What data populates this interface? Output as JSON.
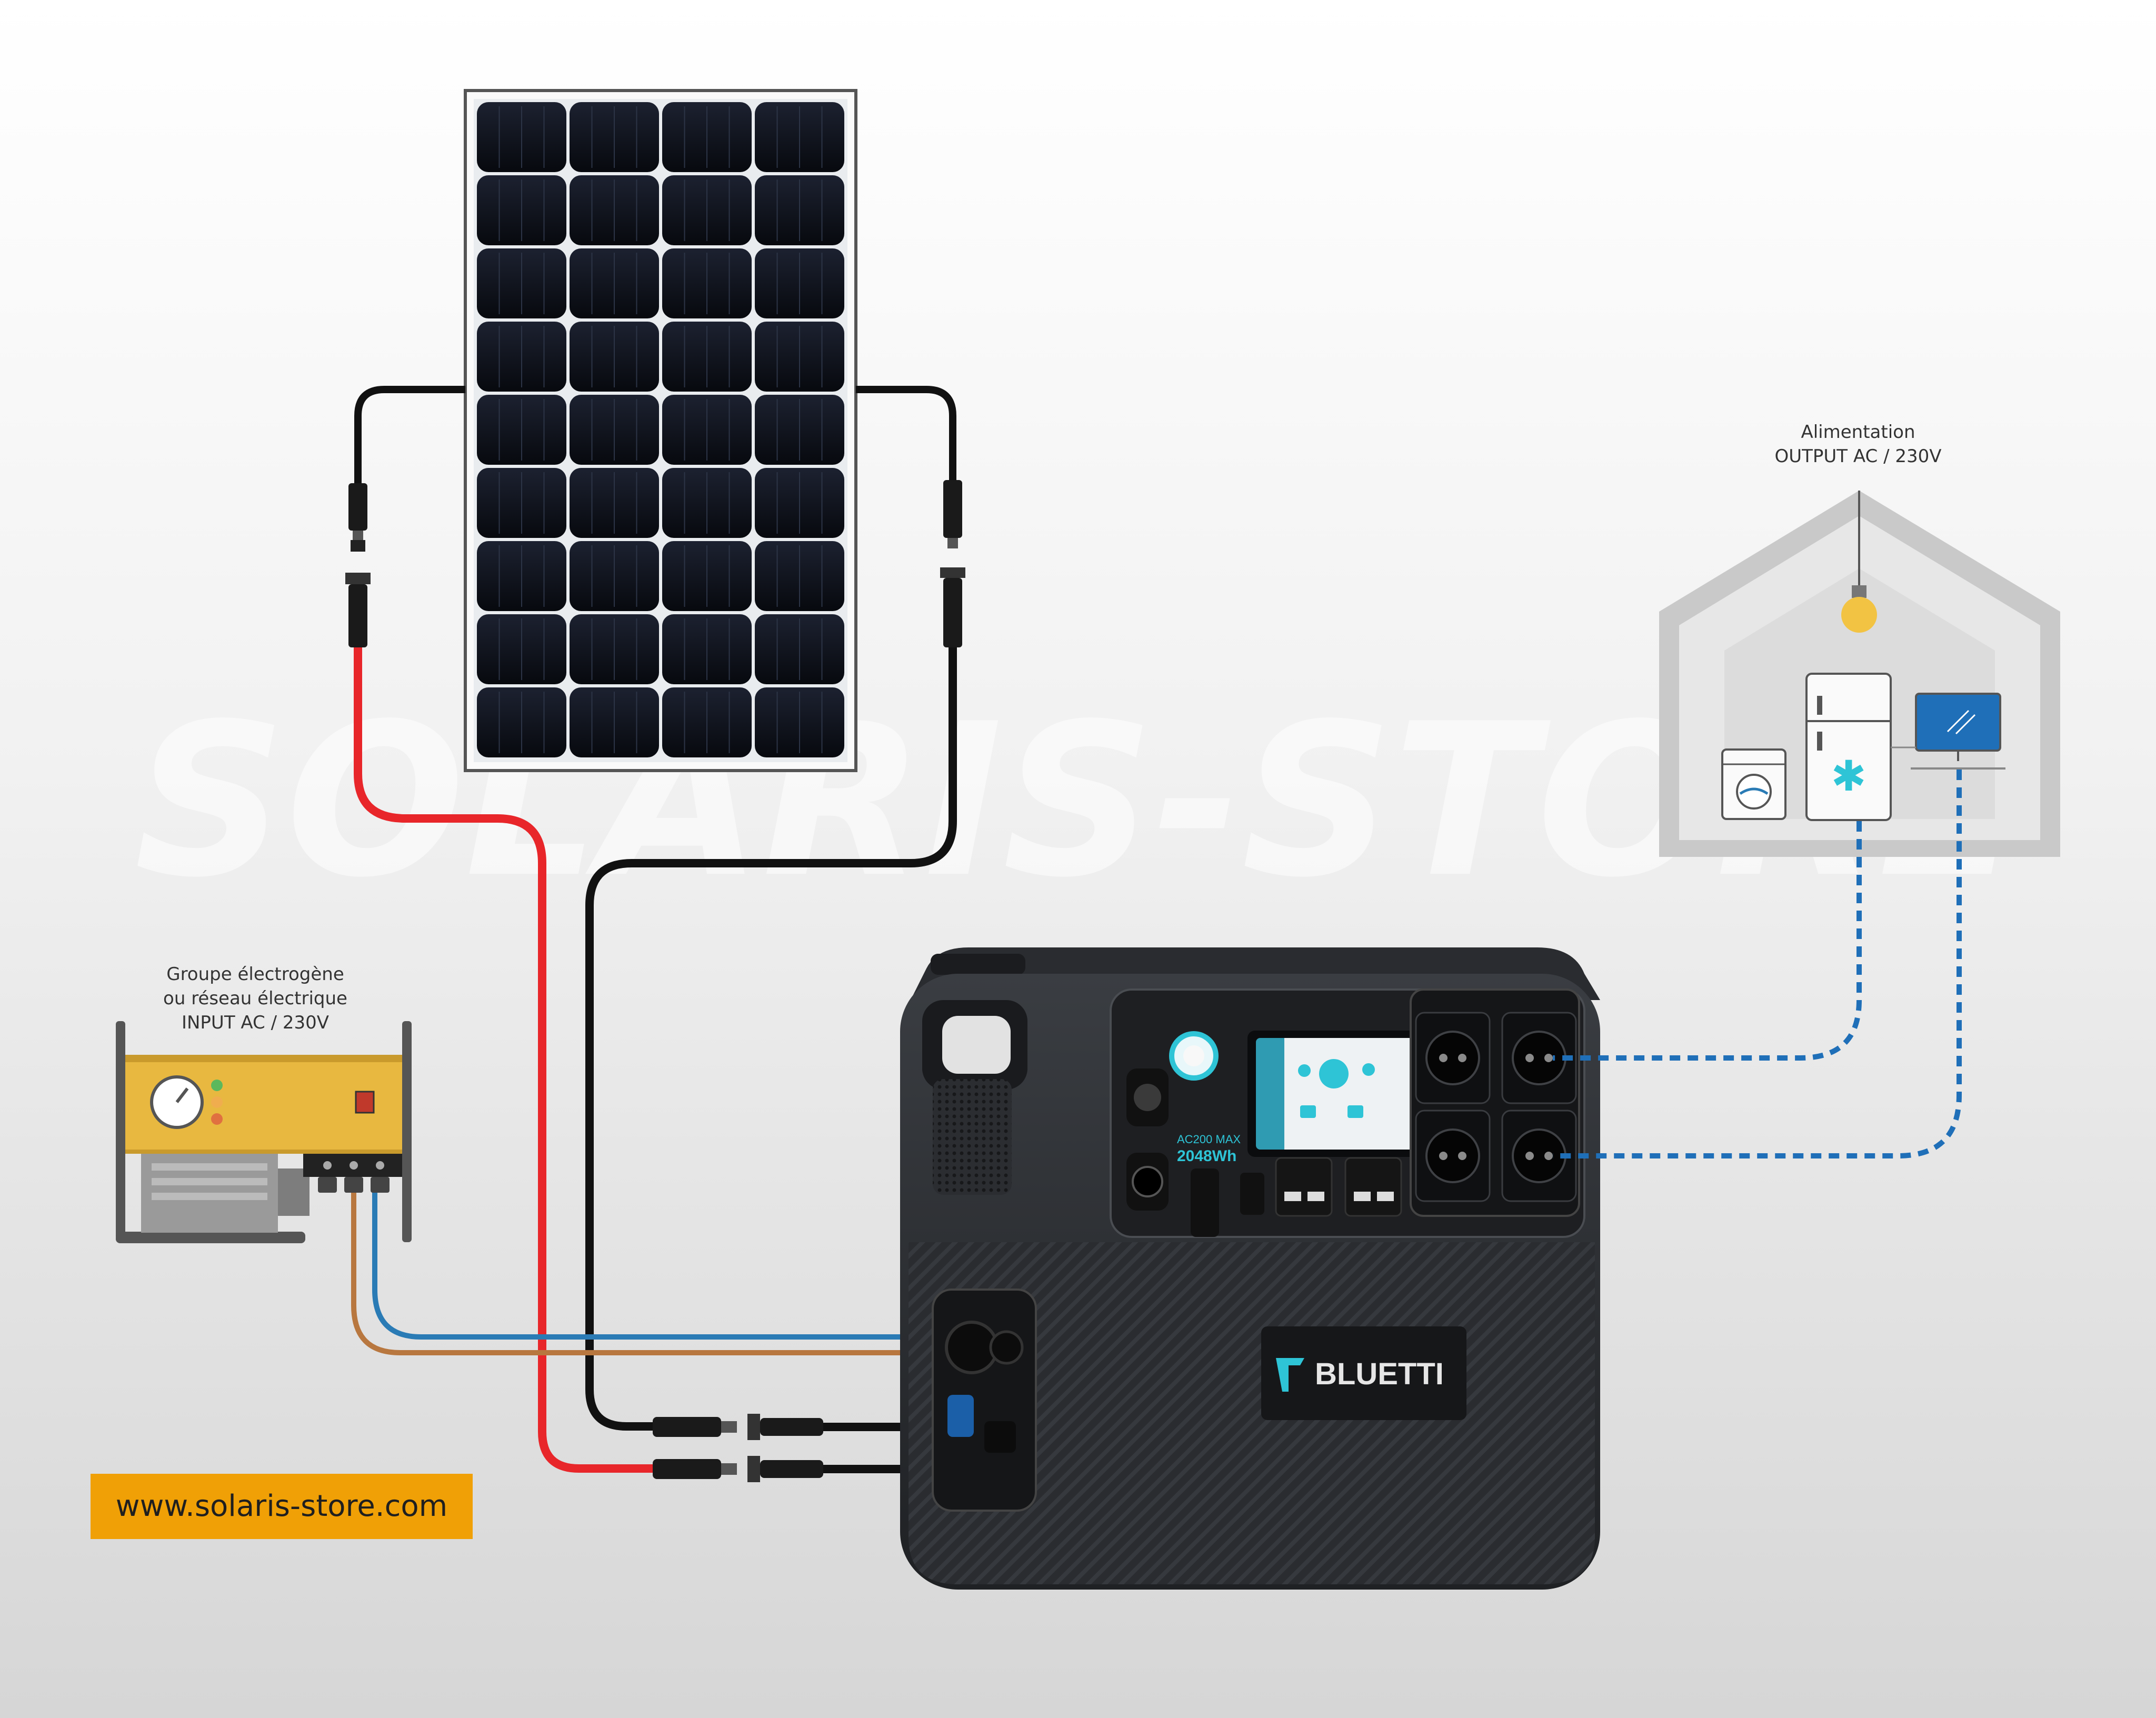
{
  "watermark": "SOLARIS-STORE",
  "generator": {
    "label_lines": [
      "Groupe électrogène",
      "ou réseau électrique",
      "INPUT AC / 230V"
    ]
  },
  "house": {
    "label_lines": [
      "Alimentation",
      "OUTPUT AC / 230V"
    ]
  },
  "station": {
    "brand": "BLUETTI",
    "model": "AC200 MAX",
    "capacity": "2048Wh"
  },
  "website": "www.solaris-store.com",
  "colors": {
    "panel_cell": "#0e1118",
    "positive_cable": "#e8262a",
    "negative_cable": "#111111",
    "ac_cable_blue": "#2a7bb5",
    "ac_cable_brown": "#b8773f",
    "output_dotted": "#1f6fb8",
    "generator_body": "#e8b840",
    "brand_accent": "#2ec4d6",
    "website_bg": "#f0a006"
  },
  "icons": [
    "solar-panel-icon",
    "mc4-connector-icon",
    "generator-icon",
    "house-icon",
    "light-bulb-icon",
    "fridge-icon",
    "washing-machine-icon",
    "monitor-icon",
    "power-station-icon"
  ]
}
